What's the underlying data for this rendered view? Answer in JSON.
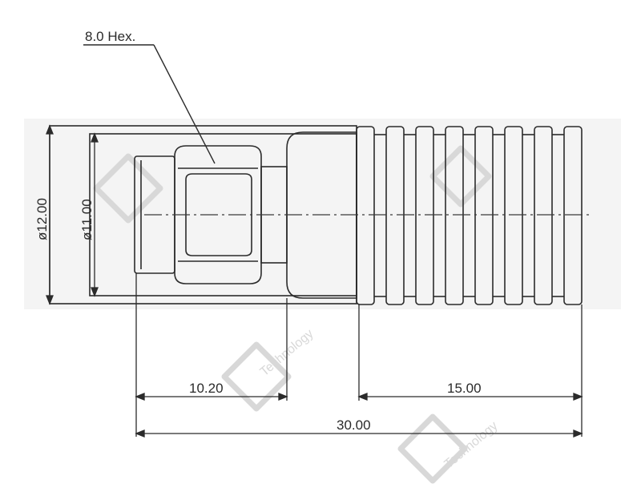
{
  "drawing": {
    "callout_hex": "8.0 Hex.",
    "dim_outer_diameter": "ø12.00",
    "dim_inner_diameter": "ø11.00",
    "dim_hex_length": "10.20",
    "dim_boot_length": "15.00",
    "dim_total_length": "30.00",
    "watermark_text": "Technology",
    "colors": {
      "line": "#2b2b2b",
      "centerline": "#3a3a3a",
      "watermark": "#d8d8d8",
      "band": "#f4f4f4"
    }
  }
}
